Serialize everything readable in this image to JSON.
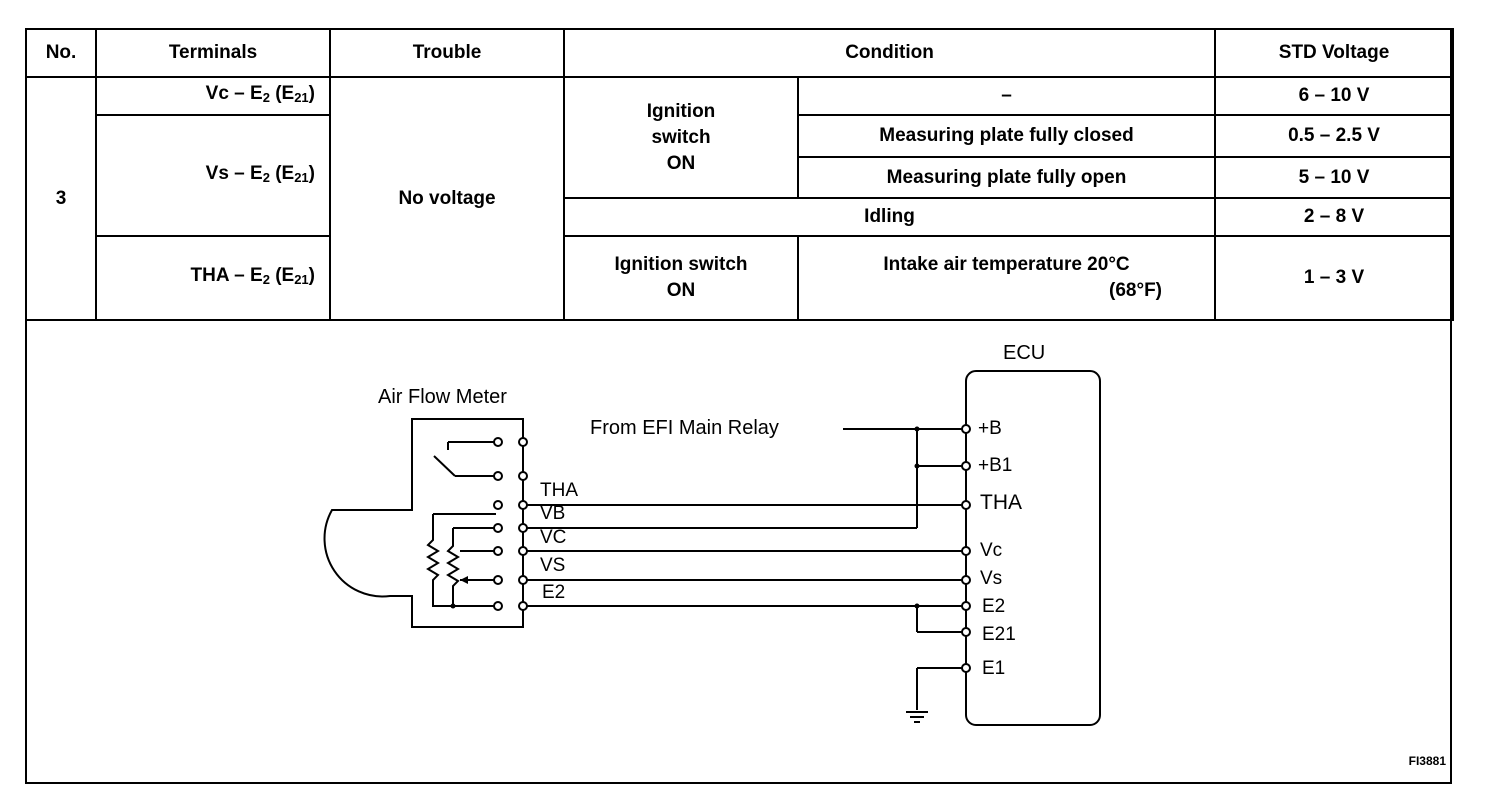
{
  "headers": {
    "no": "No.",
    "terminals": "Terminals",
    "trouble": "Trouble",
    "condition": "Condition",
    "std_voltage": "STD Voltage"
  },
  "row": {
    "no": "3",
    "trouble": "No voltage",
    "terminals": {
      "vc": "Vc – E",
      "vs": "Vs – E",
      "tha": "THA – E",
      "sub2": "2",
      "sub21": "21",
      "paren_open": " (E",
      "paren_close": ")"
    },
    "condition": {
      "ign_switch_on_l1": "Ignition",
      "ign_switch_on_l2": "switch",
      "ign_switch_on_l3": "ON",
      "dash": "–",
      "plate_closed": "Measuring plate fully closed",
      "plate_open": "Measuring plate fully open",
      "idling": "Idling",
      "ign_switch2_l1": "Ignition switch",
      "ign_switch2_l2": "ON",
      "intake_temp_l1": "Intake air temperature 20°C",
      "intake_temp_l2": "(68°F)"
    },
    "voltages": {
      "v_dash": "6 – 10 V",
      "v_closed": "0.5 – 2.5 V",
      "v_open": "5 – 10 V",
      "v_idling": "2 – 8 V",
      "v_tha": "1 – 3 V"
    }
  },
  "diagram": {
    "ecu_label": "ECU",
    "afm_label": "Air Flow Meter",
    "relay_label": "From EFI Main Relay",
    "afm_pins": [
      "THA",
      "VB",
      "VC",
      "VS",
      "E2"
    ],
    "ecu_pins": [
      "+B",
      "+B1",
      "THA",
      "Vc",
      "Vs",
      "E2",
      "E21",
      "E1"
    ]
  },
  "figure_code": "FI3881"
}
